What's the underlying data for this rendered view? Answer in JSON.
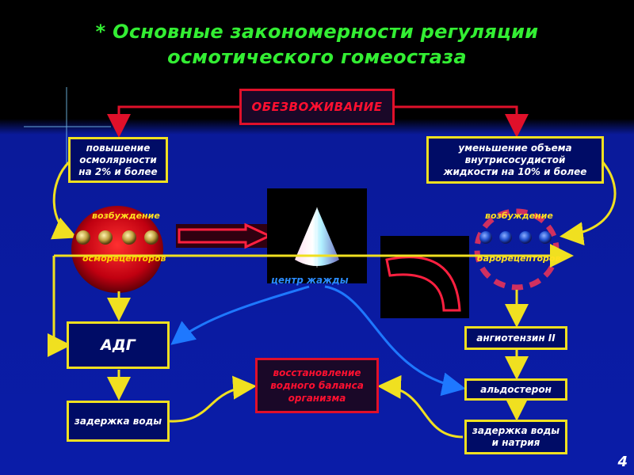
{
  "title": "* Основные закономерности регуляции осмотического гомеостаза",
  "dehydration": "ОБЕЗВОЖИВАНИЕ",
  "left_box": "повышение осмолярности на 2% и более",
  "right_box": "уменьшение объема внутрисосудистой жидкости на 10% и более",
  "left_excitation": "возбуждение",
  "right_excitation": "возбуждение",
  "osmoreceptors": "осморецепторов",
  "baroreceptors": "барорецепторов",
  "thirst_center": "центр жажды",
  "adh": "АДГ",
  "angiotensin": "ангиотензин II",
  "aldosterone": "альдостерон",
  "water_retention": "задержка воды",
  "water_sodium_retention": "задержка воды и натрия",
  "restoration": "восстановление водного баланса организма",
  "page_number": "4",
  "colors": {
    "title": "#33ee33",
    "box_border": "#f0e020",
    "red_accent": "#e0102a",
    "connector_blue": "#1e78ff"
  }
}
